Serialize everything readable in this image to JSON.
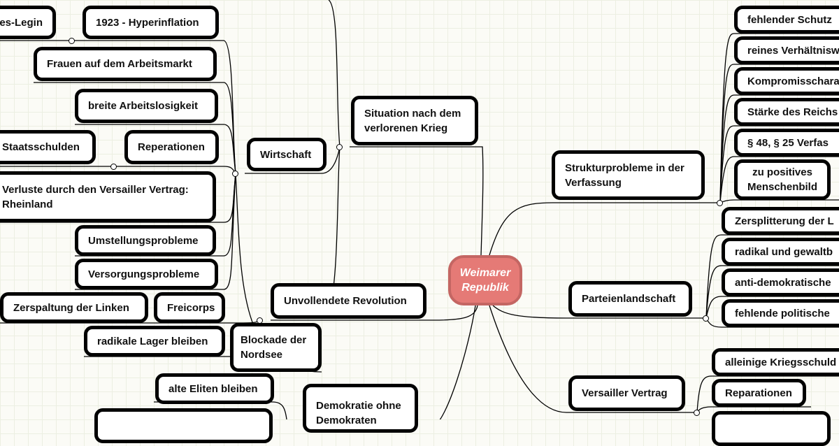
{
  "center": {
    "label": "Weimarer Republik",
    "fill": "#e57a76",
    "border": "#c46663"
  },
  "left": {
    "situation": "Situation nach dem verlorenen Krieg",
    "wirtschaft": "Wirtschaft",
    "wirtschaft_items": [
      "es-Legin",
      "1923 - Hyperinflation",
      "Frauen auf dem Arbeitsmarkt",
      "breite Arbeitslosigkeit",
      "Staatsschulden",
      "Reperationen",
      "Verluste durch den Versailler Vertrag: Rheinland",
      "Umstellungsprobleme",
      "Versorgungsprobleme",
      "Blockade der Nordsee"
    ],
    "revolution": "Unvollendete Revolution",
    "revolution_items": [
      "Zerspaltung der Linken",
      "Freicorps",
      "radikale Lager bleiben",
      "alte Eliten bleiben"
    ],
    "demokratie": "Demokratie ohne Demokraten"
  },
  "right": {
    "struktur": "Strukturprobleme in der Verfassung",
    "struktur_items": [
      "fehlender Schutz",
      "reines Verhältnisw",
      "Kompromisschara",
      "Stärke des Reichs",
      "§ 48, § 25 Verfas",
      "zu positives Menschenbild"
    ],
    "parteien": "Parteienlandschaft",
    "parteien_items": [
      "Zersplitterung der L",
      "radikal und gewaltb",
      "anti-demokratische",
      "fehlende politische"
    ],
    "versailles": "Versailler Vertrag",
    "versailles_items": [
      "alleinige Kriegsschuld",
      "Reparationen"
    ]
  }
}
